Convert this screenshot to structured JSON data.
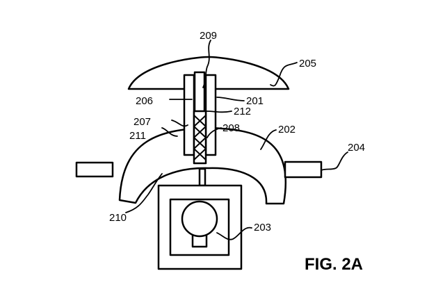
{
  "figure": {
    "title": "FIG. 2A",
    "refs": {
      "r209": "209",
      "r205": "205",
      "r206": "206",
      "r201": "201",
      "r212": "212",
      "r207": "207",
      "r208": "208",
      "r211": "211",
      "r202": "202",
      "r204": "204",
      "r210": "210",
      "r203": "203"
    }
  }
}
